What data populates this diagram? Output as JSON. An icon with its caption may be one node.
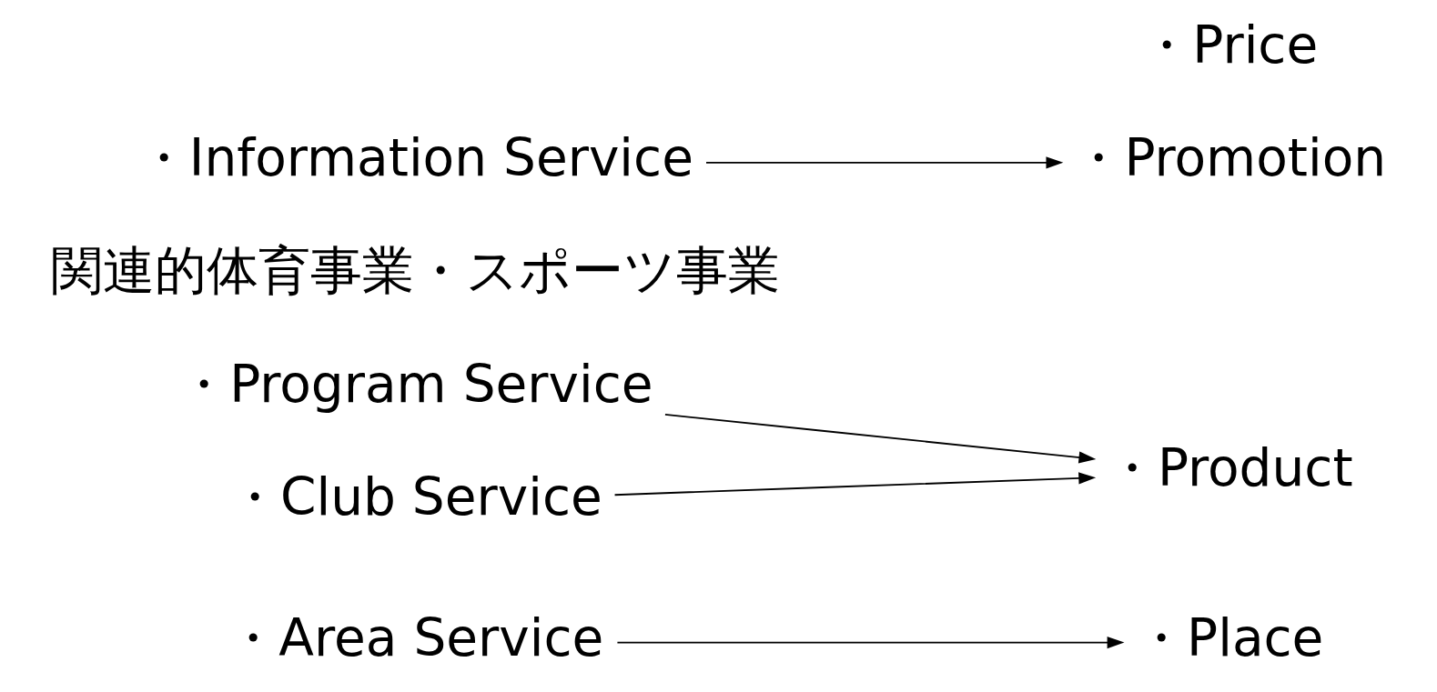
{
  "diagram": {
    "nodes": [
      {
        "text": [
          "・Area Service"
        ]
      },
      {
        "text": [
          "・Program Service"
        ]
      },
      {
        "text": [
          "・Club Service"
        ]
      },
      {
        "text": [
          "・Place"
        ]
      },
      {
        "text": [
          "・Product"
        ]
      },
      {
        "text": [
          "・Price"
        ]
      },
      {
        "text": [
          "・Promotion"
        ]
      },
      {
        "text": [
          "・Information Service"
        ]
      }
    ],
    "edges": [
      {
        "from": 0,
        "to": 3,
        "arrow": "to"
      },
      {
        "from": 1,
        "to": 4,
        "arrow": "to"
      },
      {
        "from": 2,
        "to": 4,
        "arrow": "to"
      },
      {
        "from": 7,
        "to": 6,
        "arrow": "to"
      }
    ],
    "labels": [
      "関連的体育事業・スポーツ事業"
    ]
  }
}
